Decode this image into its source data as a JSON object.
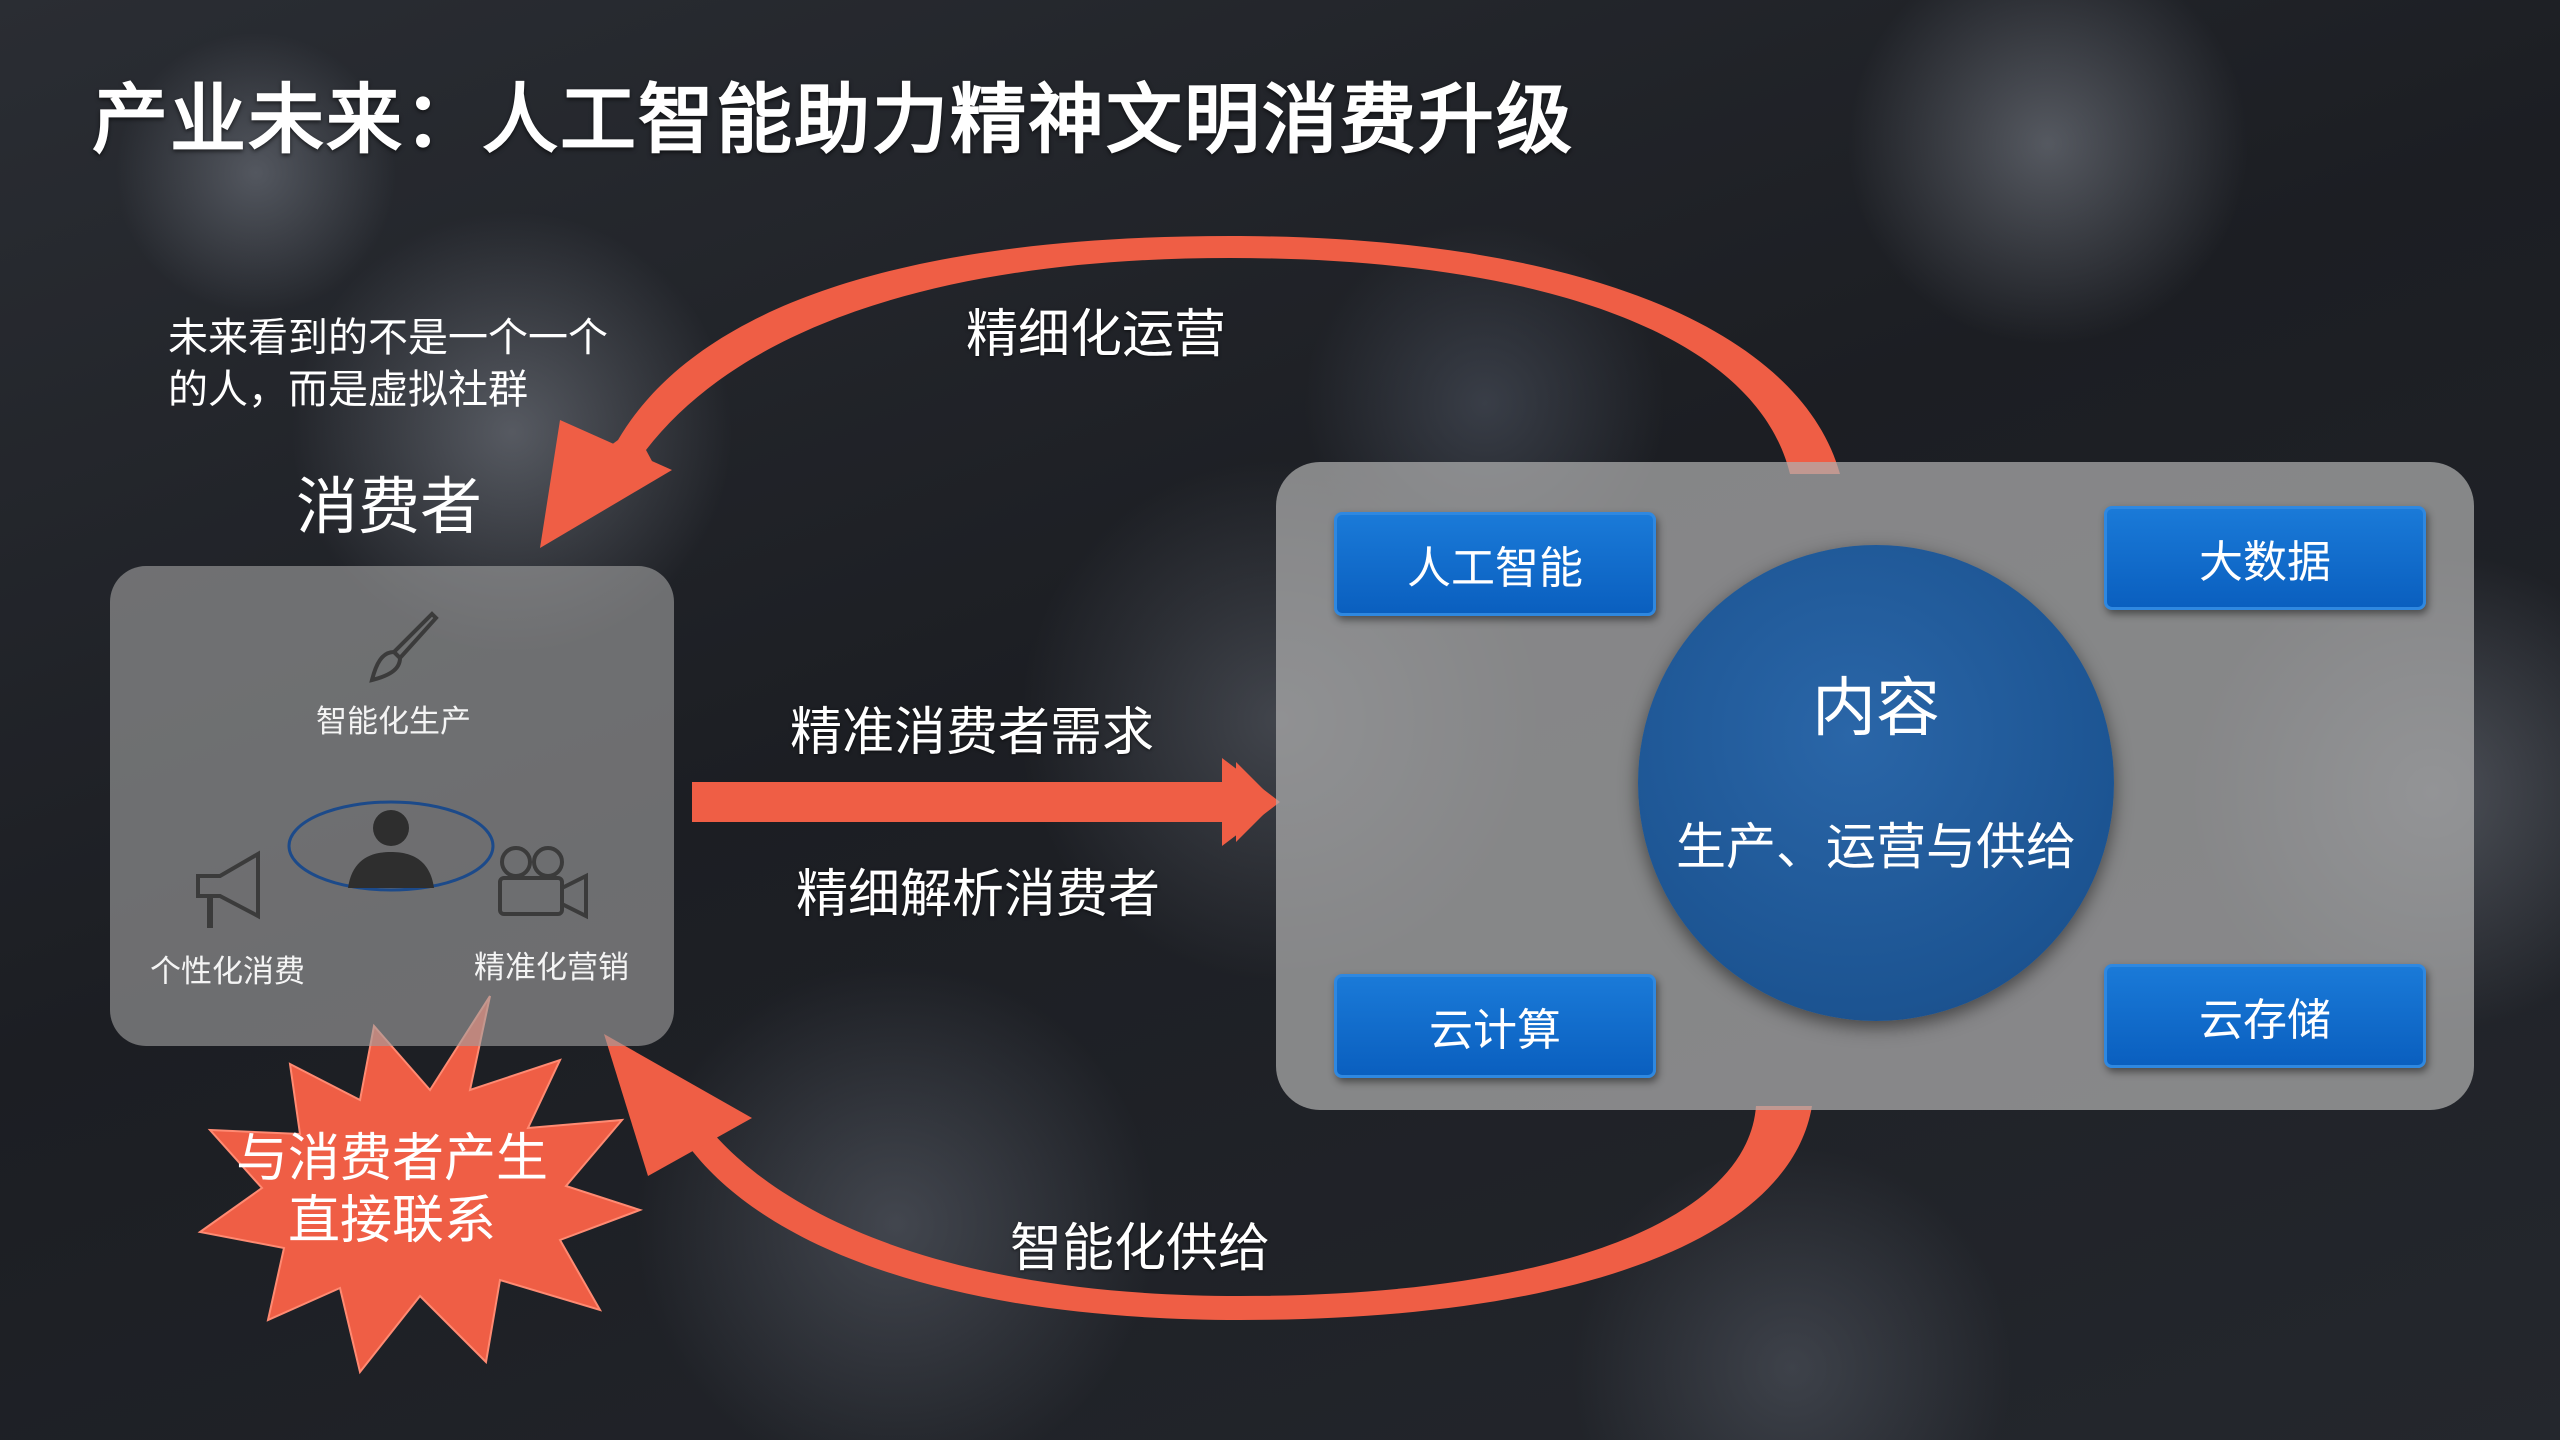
{
  "title": "产业未来：人工智能助力精神文明消费升级",
  "note": "未来看到的不是一个一个的人，而是虚拟社群",
  "consumer_label": "消费者",
  "top_arc_label": "精细化运营",
  "bottom_arc_label": "智能化供给",
  "mid_top_label": "精准消费者需求",
  "mid_bottom_label": "精细解析消费者",
  "left_panel": {
    "production_label": "智能化生产",
    "consumption_label": "个性化消费",
    "marketing_label": "精准化营销"
  },
  "starburst_text": [
    "与消费者产生",
    "直接联系"
  ],
  "right_panel": {
    "ai": "人工智能",
    "big_data": "大数据",
    "cloud_computing": "云计算",
    "cloud_storage": "云存储",
    "center_title": "内容",
    "center_subtitle": "生产、运营与供给"
  },
  "colors": {
    "arrow": "#ef5e45",
    "box_blue": "#0d66c6",
    "circle_blue": "#1c5492"
  },
  "icons": [
    "brush-icon",
    "person-icon",
    "megaphone-icon",
    "video-camera-icon"
  ]
}
